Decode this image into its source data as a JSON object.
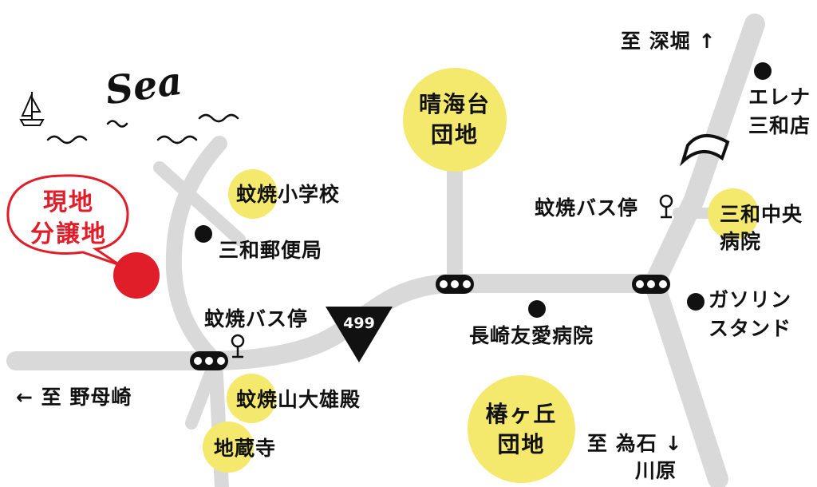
{
  "map": {
    "road_color": "#d9d9d9",
    "site_color": "#e01e2a",
    "highlight_color": "#f4e96c",
    "ink_color": "#111111",
    "sea_word": "Sea",
    "site_label": "現地\n分譲地",
    "route_number": "499",
    "landmarks": {
      "seikaidai": "晴海台\n団地",
      "tsubakigaoka": "椿ヶ丘\n団地",
      "shouwa_hospital": "三和中央\n病院",
      "elementary_school": "蚊焼小学校",
      "post_office": "三和郵便局",
      "elena_store": "エレナ\n三和店",
      "bus_stop_east": "蚊焼バス停",
      "bus_stop_west": "蚊焼バス停",
      "nagasaki_yuai_hospital": "長崎友愛病院",
      "gas_station": "ガソリン\nスタンド",
      "shrine": "蚊焼山大雄殿",
      "jizo_temple": "地蔵寺"
    },
    "directions": {
      "fukahori": "至 深堀",
      "fukahori_arrow": "↑",
      "nomozaki": "至 野母崎",
      "nomozaki_arrow": "←",
      "tameshi": "至 為石",
      "tameshi_arrow": "↓",
      "kawahara": "川原"
    }
  }
}
